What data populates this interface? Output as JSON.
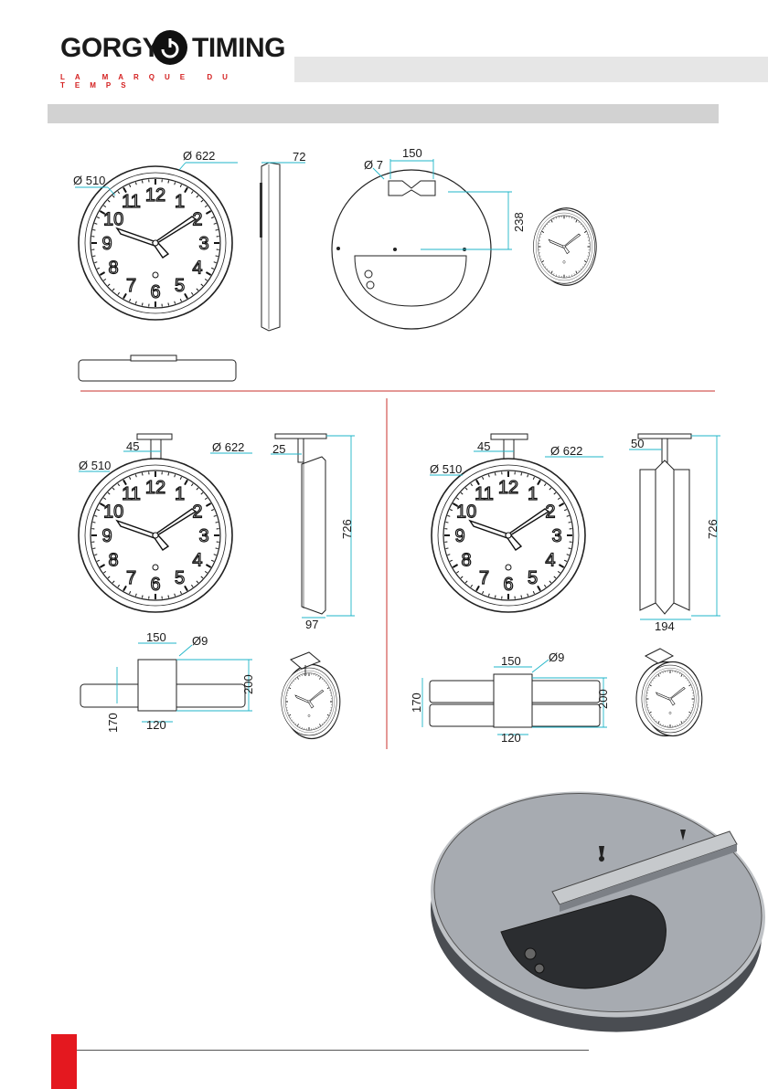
{
  "brand": {
    "left": "GORGY",
    "right": "TIMING",
    "tagline": "LA MARQUE DU TEMPS",
    "accent": "#e4181f"
  },
  "wall_clock": {
    "outer_diameter": "Ø 622",
    "dial_diameter": "Ø 510",
    "depth": "72",
    "hole_diameter": "Ø 7",
    "bracket_width": "150",
    "bracket_height": "238"
  },
  "single_sided": {
    "arm_offset": "45",
    "outer_diameter": "Ø 622",
    "dial_diameter": "Ø 510",
    "arm_depth": "25",
    "total_height": "726",
    "body_depth": "97",
    "plate_width": "150",
    "plate_hole": "Ø9",
    "plate_height": "200",
    "fixing_spacing_h": "120",
    "fixing_spacing_v": "170"
  },
  "double_sided": {
    "arm_offset": "45",
    "outer_diameter": "Ø 622",
    "dial_diameter": "Ø 510",
    "arm_depth": "50",
    "total_height": "726",
    "body_depth": "194",
    "plate_width": "150",
    "plate_hole": "Ø9",
    "plate_height": "200",
    "fixing_spacing_h": "120",
    "fixing_spacing_v": "170"
  },
  "dial_numbers": [
    "12",
    "1",
    "2",
    "3",
    "4",
    "5",
    "6",
    "7",
    "8",
    "9",
    "10",
    "11"
  ]
}
